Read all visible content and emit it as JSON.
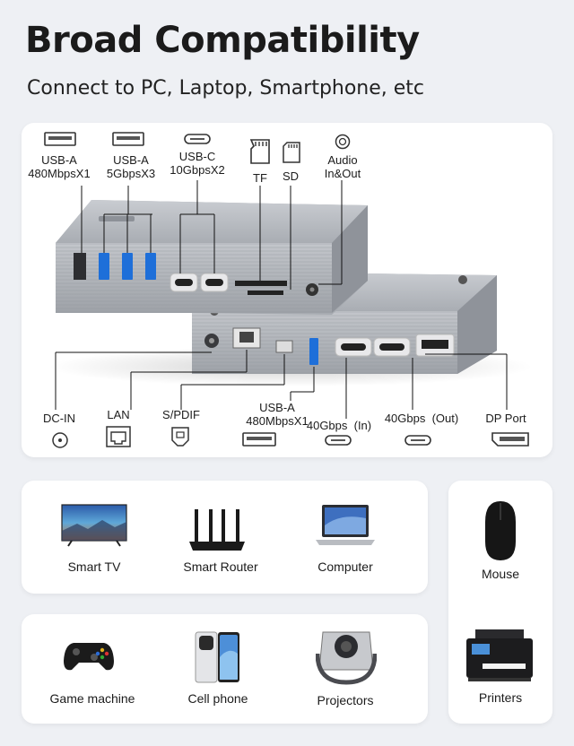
{
  "header": {
    "title": "Broad Compatibility",
    "subtitle": "Connect to PC, Laptop, Smartphone, etc"
  },
  "top_ports": [
    {
      "name": "USB-A",
      "spec": "480MbpsX1",
      "icon": "usb-a-icon"
    },
    {
      "name": "USB-A",
      "spec": "5GbpsX3",
      "icon": "usb-a-icon"
    },
    {
      "name": "USB-C",
      "spec": "10GbpsX2",
      "icon": "usb-c-icon"
    },
    {
      "name": "TF",
      "spec": "",
      "icon": "tf-card-icon"
    },
    {
      "name": "SD",
      "spec": "",
      "icon": "sd-card-icon"
    },
    {
      "name": "Audio",
      "spec": "In&Out",
      "icon": "audio-jack-icon"
    }
  ],
  "bottom_ports": [
    {
      "name": "DC-IN",
      "icon": "dc-in-icon"
    },
    {
      "name": "LAN",
      "icon": "lan-icon"
    },
    {
      "name": "S/PDIF",
      "icon": "spdif-icon"
    },
    {
      "name": "USB-A",
      "spec": "480MbpsX1",
      "icon": "usb-a-icon"
    },
    {
      "name": "40Gbps  (In)",
      "icon": "usb-c-icon"
    },
    {
      "name": "40Gbps  (Out)",
      "icon": "usb-c-icon"
    },
    {
      "name": "DP Port",
      "icon": "displayport-icon"
    }
  ],
  "devices": [
    {
      "label": "Smart TV",
      "icon": "smart-tv-icon"
    },
    {
      "label": "Smart Router",
      "icon": "router-icon"
    },
    {
      "label": "Computer",
      "icon": "laptop-icon"
    },
    {
      "label": "Mouse",
      "icon": "mouse-icon"
    },
    {
      "label": "Game machine",
      "icon": "gamepad-icon"
    },
    {
      "label": "Cell phone",
      "icon": "phone-icon"
    },
    {
      "label": "Projectors",
      "icon": "projector-icon"
    },
    {
      "label": "Printers",
      "icon": "printer-icon"
    }
  ],
  "colors": {
    "background": "#eef0f4",
    "card": "#ffffff",
    "hub_body": "#b8bcc2",
    "usb3_blue": "#1e6fd9"
  }
}
